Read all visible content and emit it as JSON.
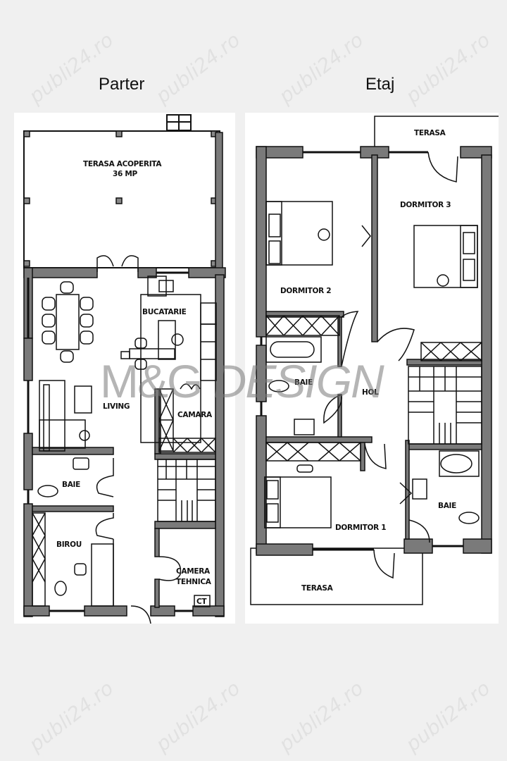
{
  "headings": {
    "ground_floor": "Parter",
    "upper_floor": "Etaj"
  },
  "watermark": {
    "text": "publi24.ro",
    "brand_part1": "M&G",
    "brand_part2": " DESIGN"
  },
  "parter": {
    "rooms": {
      "terrace_title": "TERASA ACOPERITA",
      "terrace_area": "36 MP",
      "kitchen": "BUCATARIE",
      "living": "LIVING",
      "pantry": "CAMARA",
      "bathroom": "BAIE",
      "office": "BIROU",
      "tech_room_1": "CAMERA",
      "tech_room_2": "TEHNICA",
      "tech_box": "CT"
    }
  },
  "etaj": {
    "rooms": {
      "terrace_top": "TERASA",
      "bedroom3": "DORMITOR 3",
      "bedroom2": "DORMITOR 2",
      "bathroom_left": "BAIE",
      "hall": "HOL",
      "bedroom1": "DORMITOR 1",
      "bathroom_right": "BAIE",
      "terrace_bottom": "TERASA"
    }
  },
  "colors": {
    "wall": "#7a7a7a",
    "line": "#111111",
    "background": "#f0f0f0",
    "panel": "#ffffff"
  }
}
